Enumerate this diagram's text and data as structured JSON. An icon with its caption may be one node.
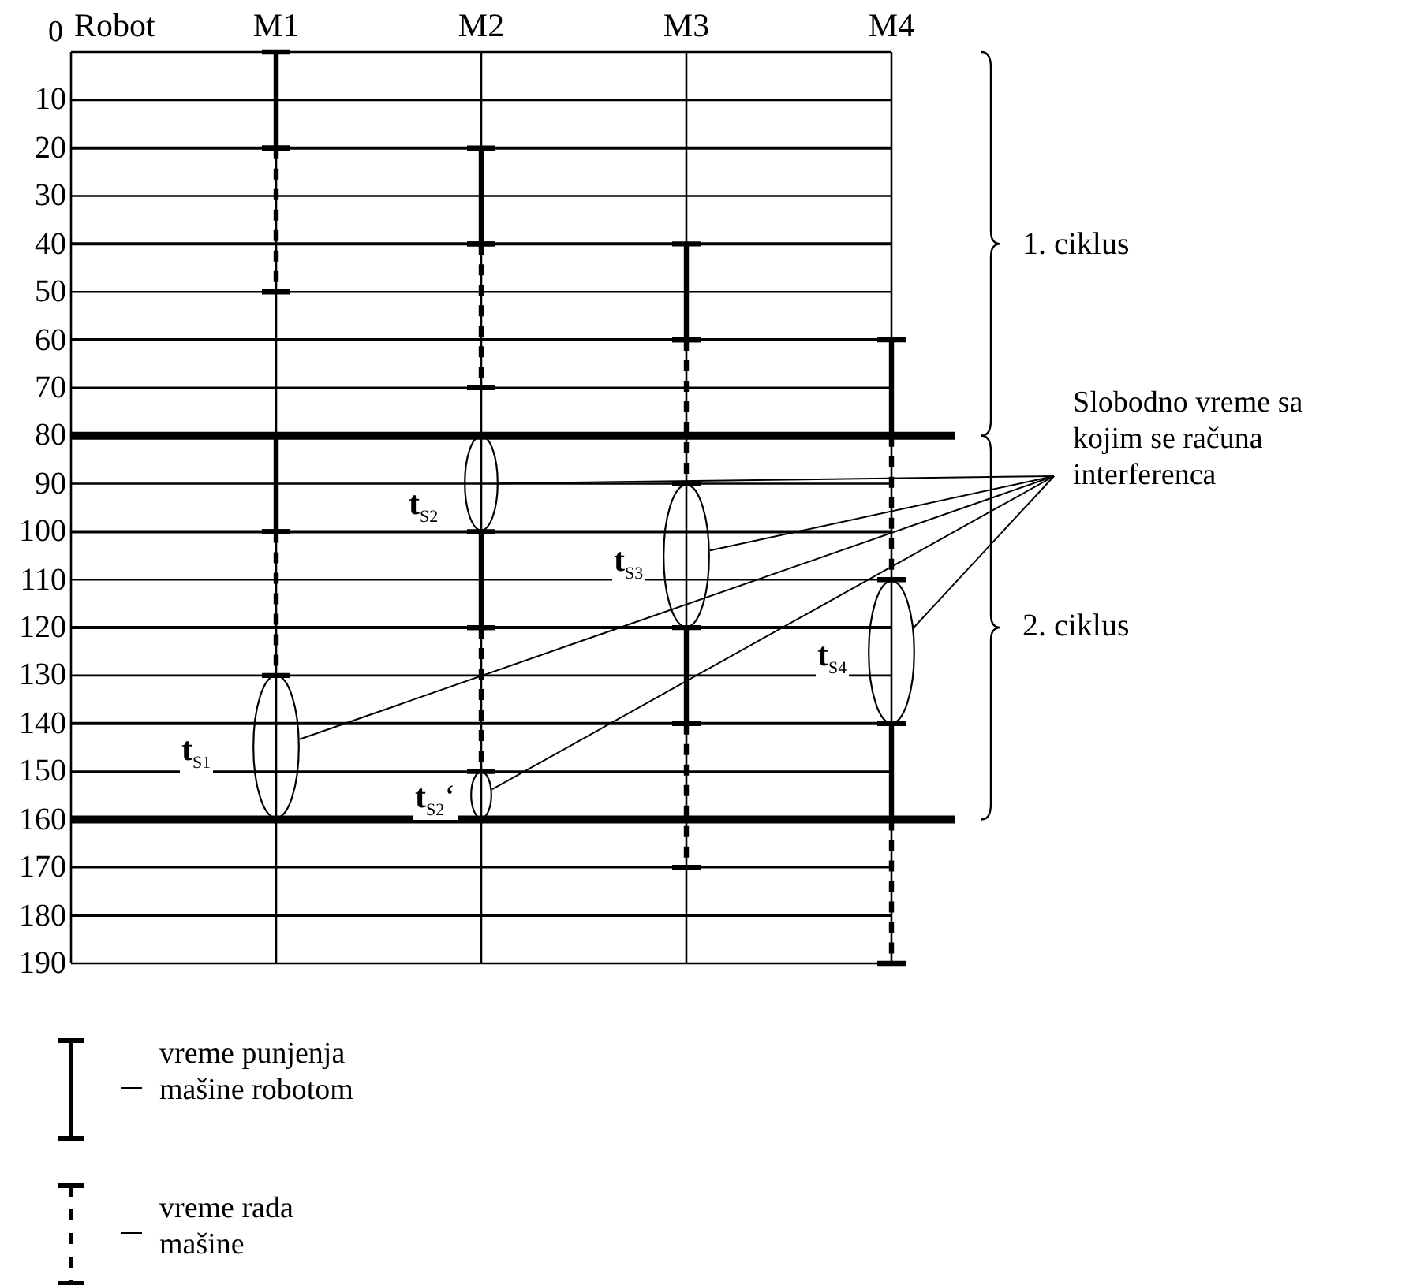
{
  "diagram": {
    "nodes": [
      {
        "text": [
          "Slobodno vreme sa kojim se računa interferenca"
        ]
      },
      {
        "text": [],
        "shape": "ellipse",
        "beside": [
          "**t**$_{S2}$"
        ]
      },
      {
        "text": [],
        "shape": "ellipse",
        "beside": [
          "**t**$_{S3}$"
        ]
      },
      {
        "text": [],
        "shape": "ellipse",
        "beside": [
          "**t**$_{S4}$"
        ]
      },
      {
        "text": [],
        "shape": "ellipse",
        "beside": [
          "**t**$_{S1}$"
        ]
      },
      {
        "text": [],
        "shape": "ellipse",
        "beside": [
          "**t**$_{S2}$‘"
        ]
      }
    ],
    "edges": [
      {
        "from": 0,
        "to": 1,
        "arrow": "none"
      },
      {
        "from": 0,
        "to": 2,
        "arrow": "none"
      },
      {
        "from": 0,
        "to": 3,
        "arrow": "none"
      },
      {
        "from": 0,
        "to": 4,
        "arrow": "none"
      },
      {
        "from": 0,
        "to": 5,
        "arrow": "none"
      }
    ],
    "labels": [
      "0",
      "Robot",
      "M1",
      "M2",
      "M3",
      "M4",
      "10",
      "20",
      "30",
      "40",
      "50",
      "60",
      "70",
      "80",
      "90",
      "100",
      "110",
      "120",
      "130",
      "140",
      "150",
      "160",
      "170",
      "180",
      "190",
      "1. ciklus",
      "2. ciklus"
    ],
    "legend": [
      {
        "text": "vreme punjenja mašine robotom"
      },
      {
        "text": "vreme rada mašine"
      }
    ]
  }
}
